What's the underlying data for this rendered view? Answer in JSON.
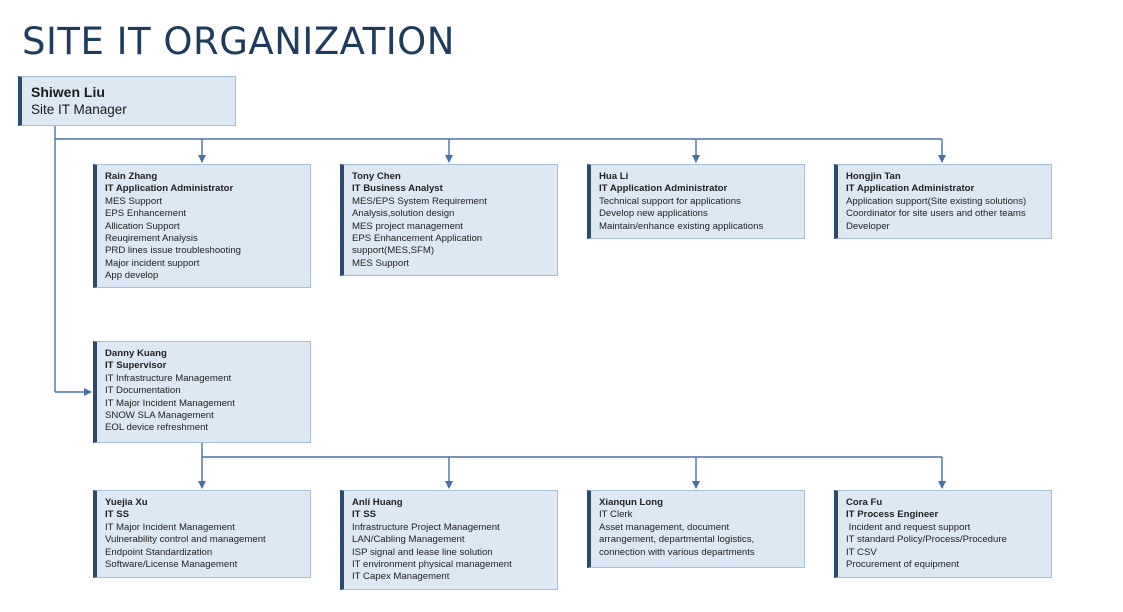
{
  "title": "SITE IT ORGANIZATION",
  "colors": {
    "title": "#1f3c5c",
    "box_fill": "#dce8f4",
    "box_border": "#a8bed2",
    "accent_bar": "#2c4a6b",
    "connector": "#4a6fa5"
  },
  "manager": {
    "name": "Shiwen Liu",
    "role": "Site IT Manager"
  },
  "team_app": [
    {
      "name": "Rain Zhang",
      "role": "IT Application Administrator",
      "duties": [
        "MES Support",
        "EPS Enhancement",
        "Allication Support",
        "Reuqirement Analysis",
        "PRD lines issue troubleshooting",
        "Major incident support",
        "App develop"
      ]
    },
    {
      "name": "Tony Chen",
      "role": "IT Business Analyst",
      "duties": [
        "MES/EPS System Requirement",
        "Analysis,solution design",
        "MES project management",
        "EPS Enhancement Application",
        "support(MES,SFM)",
        "MES Support"
      ]
    },
    {
      "name": "Hua Li",
      "role": "IT Application Administrator",
      "duties": [
        "Technical support for applications",
        "Develop new applications",
        "Maintain/enhance existing applications"
      ]
    },
    {
      "name": "Hongjin Tan",
      "role": "IT Application Administrator",
      "duties": [
        "Application support(Site existing solutions)",
        "Coordinator for  site users and other teams",
        "Developer"
      ]
    }
  ],
  "supervisor": {
    "name": "Danny Kuang",
    "role": "IT Supervisor",
    "duties": [
      "IT Infrastructure Management",
      "IT Documentation",
      "IT Major Incident Management",
      "SNOW SLA Management",
      "EOL device refreshment"
    ]
  },
  "team_infra": [
    {
      "name": "Yuejia Xu",
      "role": "IT SS",
      "duties": [
        "IT Major Incident Management",
        "Vulnerability control and management",
        "Endpoint Standardization",
        "Software/License Management"
      ]
    },
    {
      "name": "Anli Huang",
      "role": "IT SS",
      "duties": [
        "Infrastructure Project Management",
        "LAN/Cabling Management",
        "ISP signal and lease line solution",
        "IT environment physical management",
        "IT Capex Management"
      ]
    },
    {
      "name": "Xianqun Long",
      "role": "IT Clerk",
      "duties": [
        "Asset management, document",
        "arrangement, departmental logistics,",
        "connection with various departments"
      ]
    },
    {
      "name": "Cora Fu",
      "role": "IT Process Engineer",
      "duties": [
        " Incident and request support",
        "IT standard Policy/Process/Procedure",
        "IT CSV",
        "Procurement of equipment"
      ]
    }
  ]
}
